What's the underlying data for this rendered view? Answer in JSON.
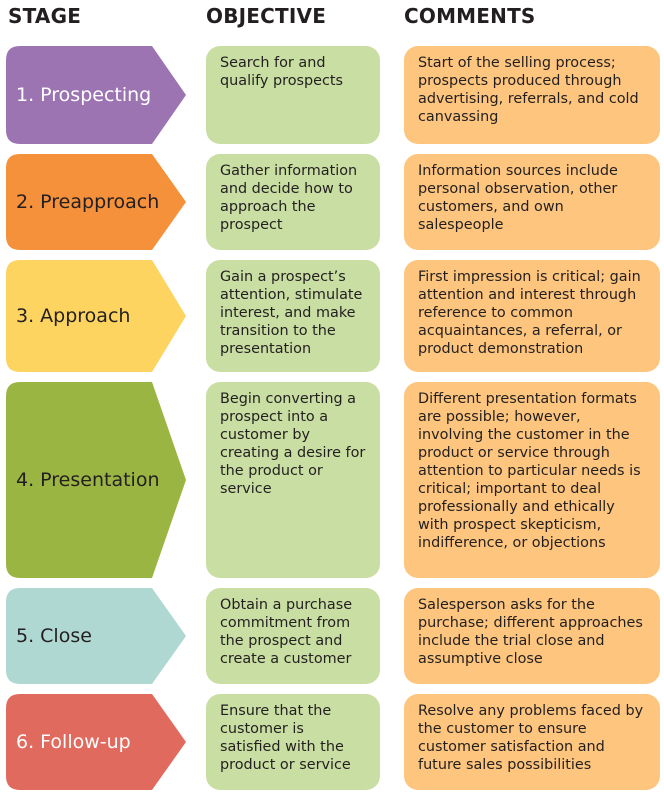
{
  "headers": {
    "stage": "STAGE",
    "objective": "OBJECTIVE",
    "comments": "COMMENTS"
  },
  "rows": [
    {
      "stage": "1. Prospecting",
      "objective": "Search for and qualify prospects",
      "comments": "Start of the selling process; prospects produced through advertising, referrals, and cold canvassing",
      "color": "#9c74b2"
    },
    {
      "stage": "2. Preapproach",
      "objective": "Gather information and decide how to approach the prospect",
      "comments": "Information sources include personal observation, other customers, and own salespeople",
      "color": "#f5903b"
    },
    {
      "stage": "3. Approach",
      "objective": "Gain a prospect’s attention, stimulate interest, and make transition to the presentation",
      "comments": "First impression is critical; gain attention and interest through reference to common acquaintances, a referral, or product demonstration",
      "color": "#fcd45f"
    },
    {
      "stage": "4. Presentation",
      "objective": "Begin converting a prospect into a customer by creating a desire for the product or service",
      "comments": "Different presentation formats are possible; however, involving the customer in the product or service through attention to particular needs is critical; important to deal professionally and ethically with prospect skepticism, indifference, or objections",
      "color": "#9bb543"
    },
    {
      "stage": "5. Close",
      "objective": "Obtain a purchase commitment from the prospect and create a customer",
      "comments": "Salesperson asks for the purchase; different approaches include the trial close and assumptive close",
      "color": "#b0d8d2"
    },
    {
      "stage": "6. Follow-up",
      "objective": "Ensure that the customer is satisfied with the product or service",
      "comments": "Resolve any problems faced by the customer to ensure customer satisfaction and future sales possibilities",
      "color": "#e16a5f"
    }
  ]
}
